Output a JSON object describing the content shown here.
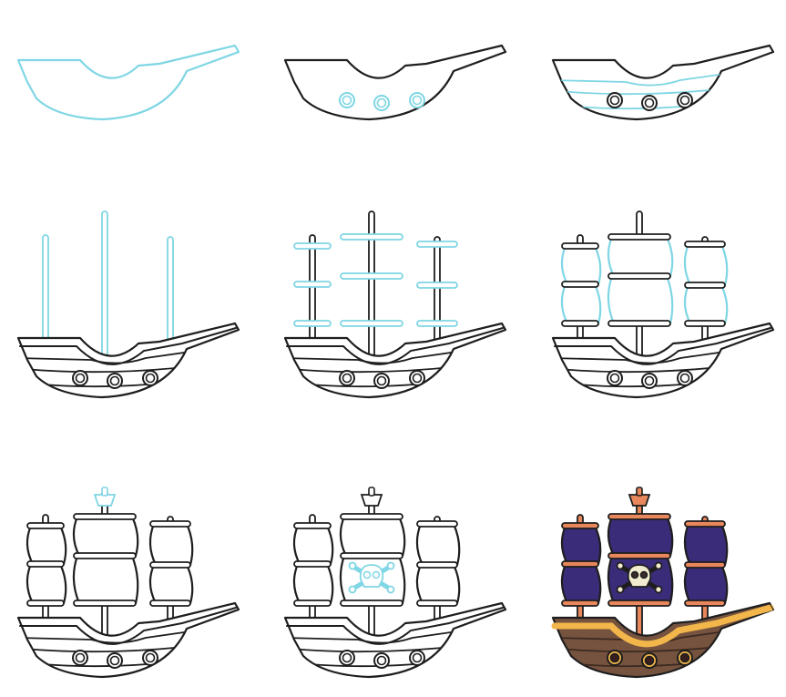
{
  "title": "",
  "colors": {
    "new_step": "#7fd6e4",
    "outline": "#1e1e1e",
    "sail": "#3a2c78",
    "hull_wood": "#76533f",
    "rail": "#f2b64a",
    "mast": "#e8875c",
    "skull": "#f1ecd0",
    "porthole": "#3a1e1e"
  },
  "panels": [
    {
      "stage": 1,
      "new_part": "hull-outline"
    },
    {
      "stage": 2,
      "new_part": "portholes"
    },
    {
      "stage": 3,
      "new_part": "planks"
    },
    {
      "stage": 4,
      "new_part": "masts"
    },
    {
      "stage": 5,
      "new_part": "yards"
    },
    {
      "stage": 6,
      "new_part": "sails"
    },
    {
      "stage": 7,
      "new_part": "crows-nest"
    },
    {
      "stage": 8,
      "new_part": "skull-flag"
    },
    {
      "stage": 9,
      "new_part": "coloring"
    }
  ]
}
